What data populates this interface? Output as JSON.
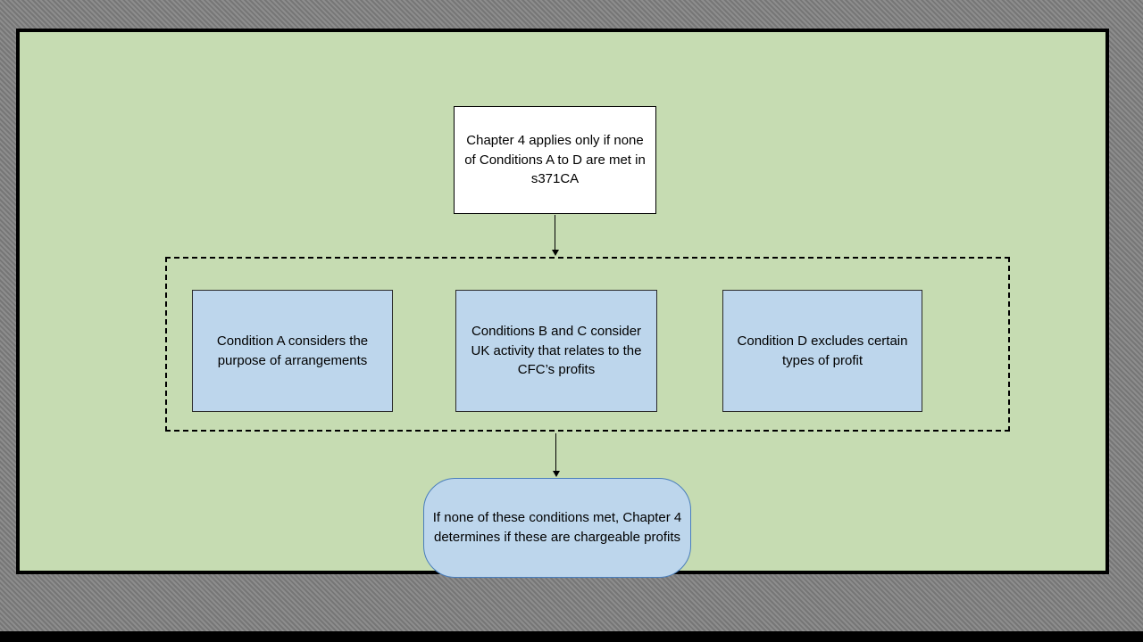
{
  "diagram": {
    "start_box": {
      "text": "Chapter 4 applies only if none of Conditions A to D are met in s371CA"
    },
    "conditions": [
      {
        "text": "Condition A considers the purpose of arrangements"
      },
      {
        "text": "Conditions B and C consider UK activity that relates to the CFC’s profits"
      },
      {
        "text": "Condition D excludes certain types of profit"
      }
    ],
    "outcome_box": {
      "text": "If none of these conditions met, Chapter 4 determines if these are chargeable profits"
    },
    "colors": {
      "slide_background": "#c6dcb2",
      "slide_border": "#000000",
      "start_box_fill": "#ffffff",
      "condition_box_fill": "#bdd6ec",
      "outcome_box_fill": "#bdd6ec",
      "outcome_box_border": "#4a7ebb",
      "dashed_group_border": "#000000",
      "page_background": "#808080",
      "bottom_bar": "#000000"
    }
  }
}
